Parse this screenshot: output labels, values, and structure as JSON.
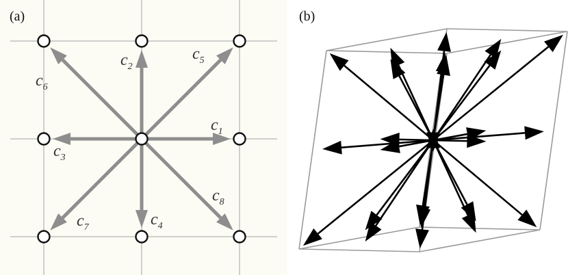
{
  "panel_a": {
    "label": "(a)",
    "vectors": [
      {
        "base": "c",
        "sub": "1",
        "dir": [
          1,
          0
        ]
      },
      {
        "base": "c",
        "sub": "2",
        "dir": [
          0,
          1
        ]
      },
      {
        "base": "c",
        "sub": "3",
        "dir": [
          -1,
          0
        ]
      },
      {
        "base": "c",
        "sub": "4",
        "dir": [
          0,
          -1
        ]
      },
      {
        "base": "c",
        "sub": "5",
        "dir": [
          1,
          1
        ]
      },
      {
        "base": "c",
        "sub": "6",
        "dir": [
          -1,
          1
        ]
      },
      {
        "base": "c",
        "sub": "7",
        "dir": [
          -1,
          -1
        ]
      },
      {
        "base": "c",
        "sub": "8",
        "dir": [
          1,
          -1
        ]
      }
    ],
    "colors": {
      "arrow": "#8e8e8e",
      "grid": "#b4b4b4",
      "node": "#111111",
      "background": "#fcfcf4"
    }
  },
  "panel_b": {
    "label": "(b)",
    "arrow_count": 26,
    "colors": {
      "arrow": "#000000",
      "cube": "#9a9a9a"
    }
  }
}
